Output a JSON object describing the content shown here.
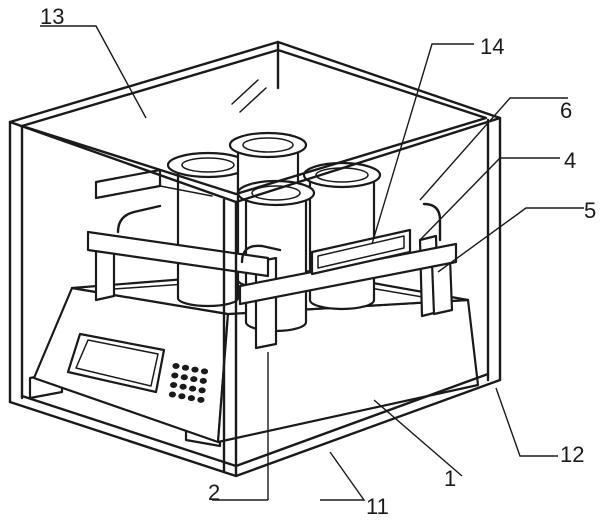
{
  "callouts": {
    "c13": "13",
    "c14": "14",
    "c6": "6",
    "c4": "4",
    "c5": "5",
    "c2": "2",
    "c11": "11",
    "c1": "1",
    "c12": "12"
  }
}
